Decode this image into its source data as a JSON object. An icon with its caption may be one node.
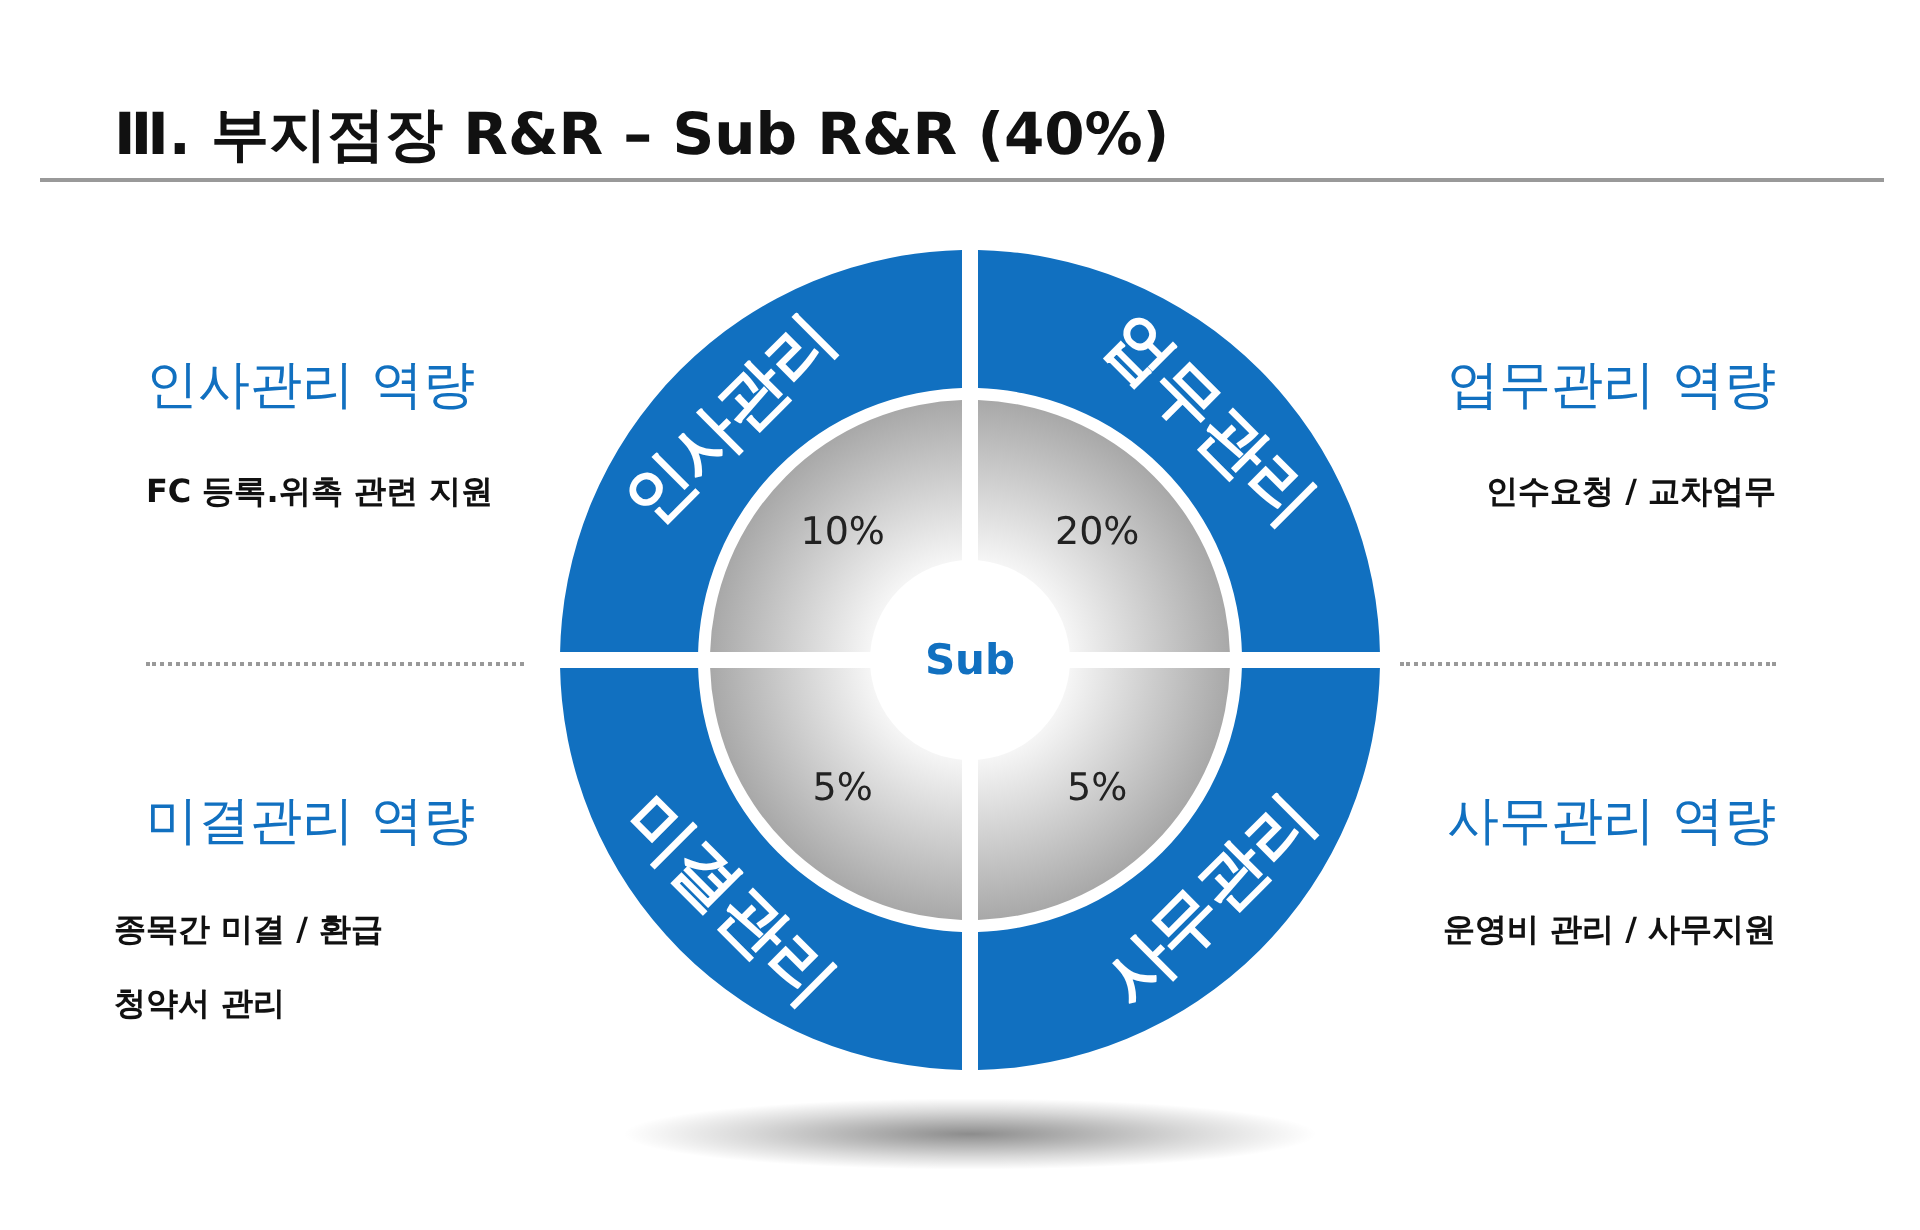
{
  "diagram": {
    "title": "Ⅲ. 부지점장 R&R – Sub R&R (40%)",
    "nodes": [
      {
        "text": [
          "Sub"
        ]
      },
      {
        "text": [
          "인사관리",
          "10%"
        ]
      },
      {
        "text": [
          "업무관리",
          "20%"
        ]
      },
      {
        "text": [
          "미결관리",
          "5%"
        ]
      },
      {
        "text": [
          "사무관리",
          "5%"
        ]
      }
    ],
    "labels": [
      "인사관리 역량",
      "업무관리 역량",
      "FC 등록.위촉 관련 지원",
      "인수요청 / 교차업무",
      "미결관리 역량",
      "사무관리 역량",
      "종목간 미결 / 환급",
      "운영비 관리 / 사무지원",
      "청약서 관리"
    ]
  }
}
